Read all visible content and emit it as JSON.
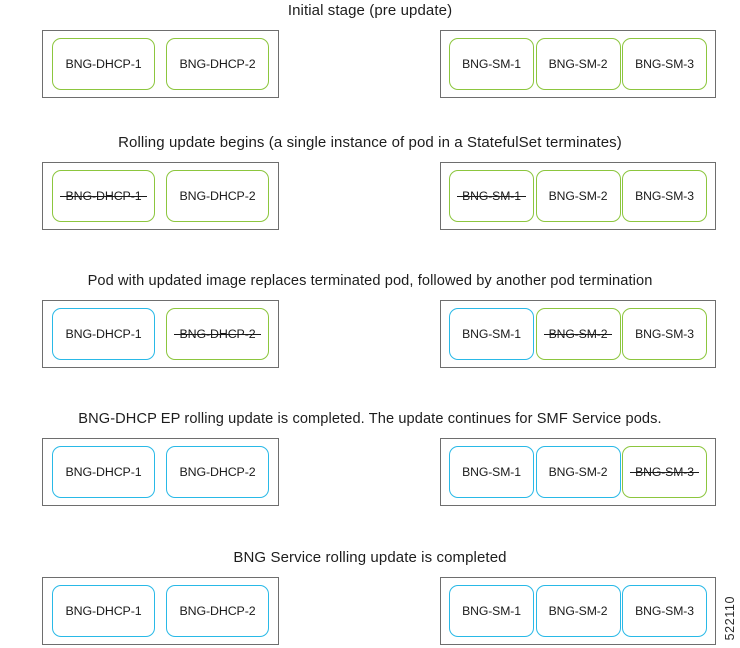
{
  "figure": {
    "id_label": "522110",
    "colors": {
      "pod_current_version": "#8cc63e",
      "pod_updated_version": "#29b9e7",
      "group_border": "#6e6e6e",
      "text": "#1a1a1a",
      "background": "#ffffff"
    }
  },
  "stages": [
    {
      "title": "Initial stage (pre update)",
      "left_group": {
        "pods": [
          {
            "label": "BNG-DHCP-1",
            "state": "current"
          },
          {
            "label": "BNG-DHCP-2",
            "state": "current"
          }
        ]
      },
      "right_group": {
        "pods": [
          {
            "label": "BNG-SM-1",
            "state": "current"
          },
          {
            "label": "BNG-SM-2",
            "state": "current"
          },
          {
            "label": "BNG-SM-3",
            "state": "current"
          }
        ]
      }
    },
    {
      "title": "Rolling update begins (a single instance of pod in a StatefulSet terminates)",
      "left_group": {
        "pods": [
          {
            "label": "BNG-DHCP-1",
            "state": "terminating"
          },
          {
            "label": "BNG-DHCP-2",
            "state": "current"
          }
        ]
      },
      "right_group": {
        "pods": [
          {
            "label": "BNG-SM-1",
            "state": "terminating"
          },
          {
            "label": "BNG-SM-2",
            "state": "current"
          },
          {
            "label": "BNG-SM-3",
            "state": "current"
          }
        ]
      }
    },
    {
      "title": "Pod with updated image replaces terminated pod, followed by another pod termination",
      "left_group": {
        "pods": [
          {
            "label": "BNG-DHCP-1",
            "state": "updated"
          },
          {
            "label": "BNG-DHCP-2",
            "state": "terminating"
          }
        ]
      },
      "right_group": {
        "pods": [
          {
            "label": "BNG-SM-1",
            "state": "updated"
          },
          {
            "label": "BNG-SM-2",
            "state": "terminating"
          },
          {
            "label": "BNG-SM-3",
            "state": "current"
          }
        ]
      }
    },
    {
      "title": "BNG-DHCP EP rolling update is completed. The update continues for SMF Service pods.",
      "left_group": {
        "pods": [
          {
            "label": "BNG-DHCP-1",
            "state": "updated"
          },
          {
            "label": "BNG-DHCP-2",
            "state": "updated"
          }
        ]
      },
      "right_group": {
        "pods": [
          {
            "label": "BNG-SM-1",
            "state": "updated"
          },
          {
            "label": "BNG-SM-2",
            "state": "updated"
          },
          {
            "label": "BNG-SM-3",
            "state": "terminating"
          }
        ]
      }
    },
    {
      "title": "BNG Service rolling update is completed",
      "left_group": {
        "pods": [
          {
            "label": "BNG-DHCP-1",
            "state": "updated"
          },
          {
            "label": "BNG-DHCP-2",
            "state": "updated"
          }
        ]
      },
      "right_group": {
        "pods": [
          {
            "label": "BNG-SM-1",
            "state": "updated"
          },
          {
            "label": "BNG-SM-2",
            "state": "updated"
          },
          {
            "label": "BNG-SM-3",
            "state": "updated"
          }
        ]
      }
    }
  ]
}
